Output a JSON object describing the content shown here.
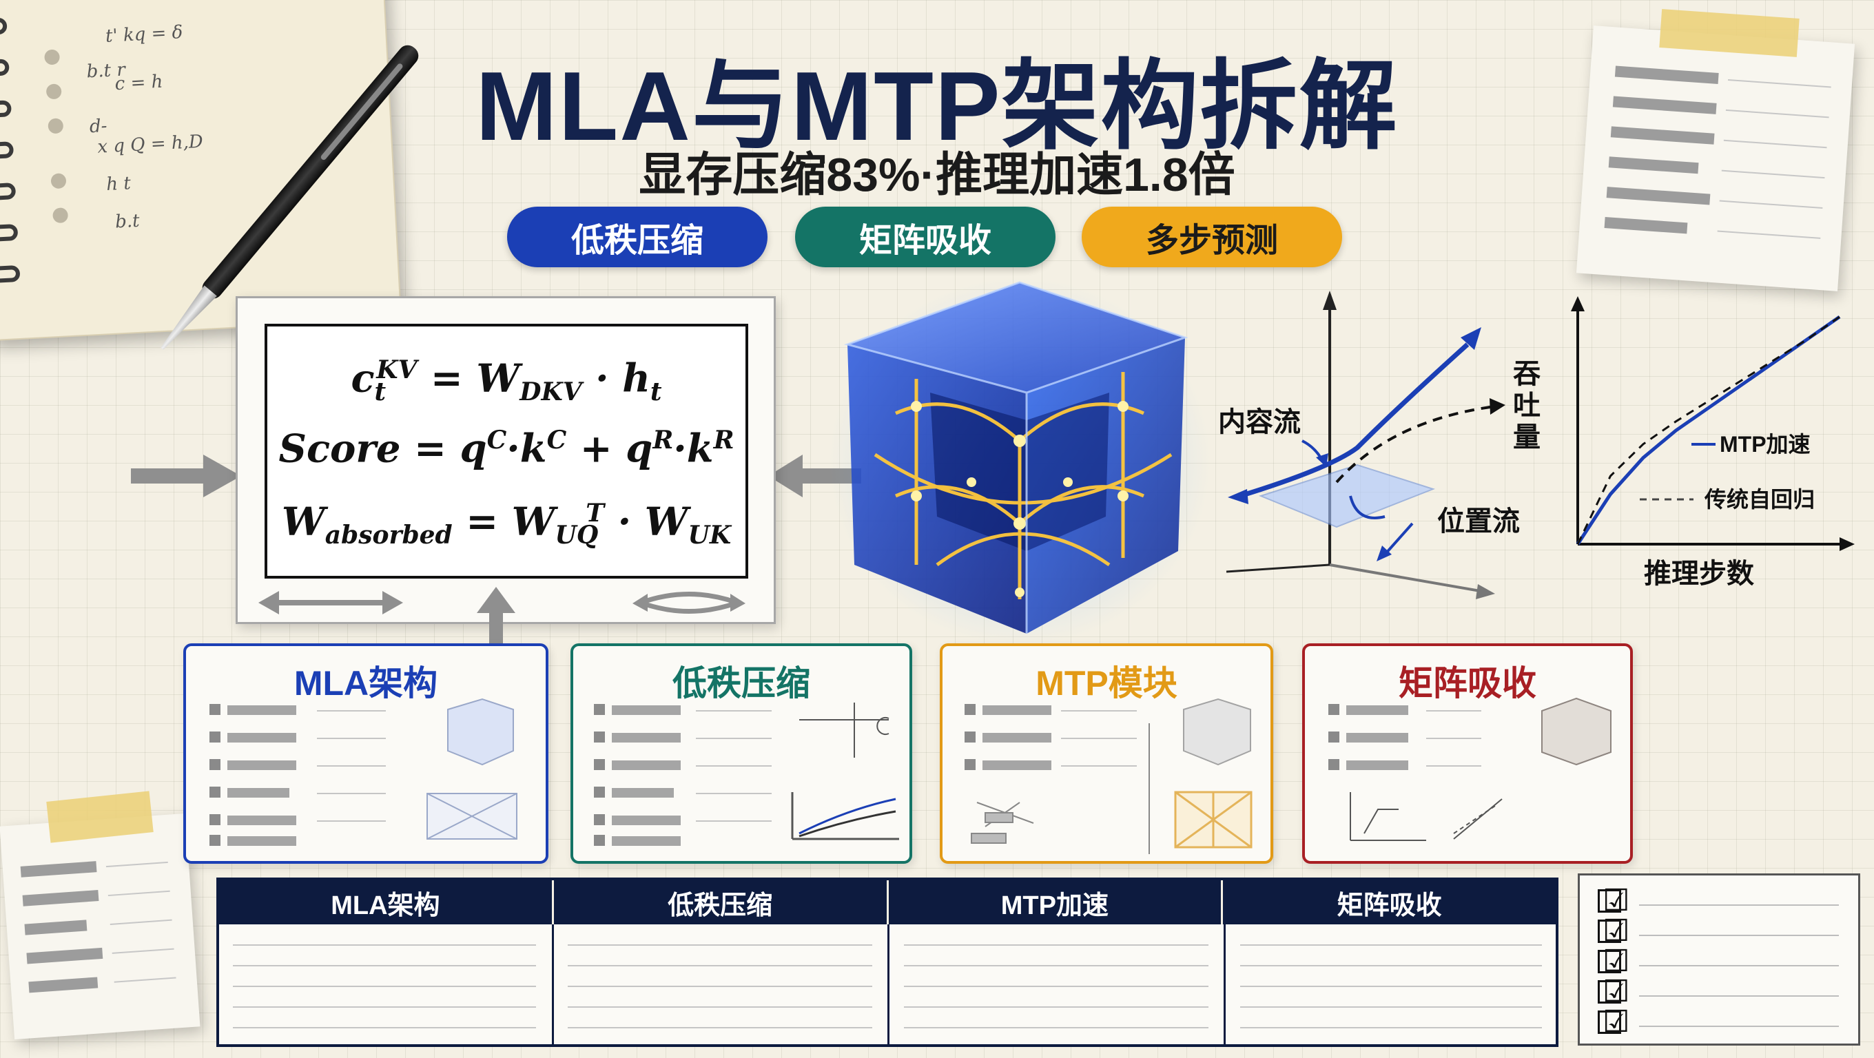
{
  "header": {
    "title": "MLA与MTP架构拆解",
    "subtitle": "显存压缩83%·推理加速1.8倍"
  },
  "tags": [
    {
      "label": "低秩压缩",
      "color": "#1b3fb5"
    },
    {
      "label": "矩阵吸收",
      "color": "#147466"
    },
    {
      "label": "多步预测",
      "color": "#f0a91c"
    }
  ],
  "formulas": {
    "f1": {
      "lhs": "c",
      "lhs_sub": "t",
      "lhs_sup": "KV",
      "eq": " = ",
      "w": "W",
      "w_sub": "DKV",
      "dot": " · ",
      "h": "h",
      "h_sub": "t"
    },
    "f2": {
      "lhs": "Score",
      "eq": " = ",
      "q": "q",
      "q_sup1": "C",
      "k": "k",
      "k_sup1": "C",
      "plus": " + ",
      "q_sup2": "R",
      "k_sup2": "R",
      "dot": "·"
    },
    "f3": {
      "lhs": "W",
      "lhs_sub": "absorbed",
      "eq": " = ",
      "w1": "W",
      "w1_sub": "UQ",
      "w1_sup": "T",
      "dot": " · ",
      "w2": "W",
      "w2_sub": "UK"
    }
  },
  "notebook_lines": [
    "t' kq = δ",
    "b.t r",
    "c = h",
    "d-",
    "x q Q = h,D",
    "h t",
    "b.t"
  ],
  "stream_diagram": {
    "content_flow": "内容流",
    "position_flow": "位置流",
    "throughput": "吞吐量"
  },
  "line_chart": {
    "type": "line",
    "x_label": "推理步数",
    "series": [
      {
        "name": "MTP加速",
        "style": "solid",
        "color": "#1b3fb5",
        "values": [
          0.0,
          0.22,
          0.38,
          0.5,
          0.6,
          0.7,
          0.8,
          0.9,
          1.0
        ]
      },
      {
        "name": "传统自回归",
        "style": "dashed",
        "color": "#111111",
        "values": [
          0.0,
          0.3,
          0.44,
          0.54,
          0.63,
          0.72,
          0.81,
          0.9,
          1.0
        ]
      }
    ]
  },
  "cards": [
    {
      "title": "MLA架构",
      "color": "#1b3fb5"
    },
    {
      "title": "低秩压缩",
      "color": "#147466"
    },
    {
      "title": "MTP模块",
      "color": "#e29a16"
    },
    {
      "title": "矩阵吸收",
      "color": "#a81f24"
    }
  ],
  "table": {
    "headers": [
      "MLA架构",
      "低秩压缩",
      "MTP加速",
      "矩阵吸收"
    ]
  },
  "checklist": {
    "mark": "☑"
  }
}
